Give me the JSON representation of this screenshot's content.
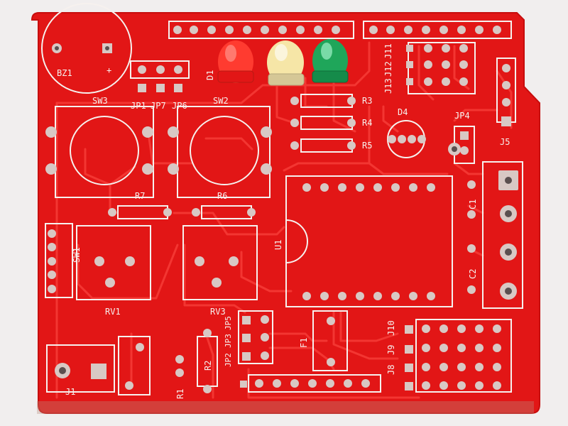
{
  "colors": {
    "background": "#f1eeee",
    "board": "#e21616",
    "board_dark": "#c70d0d",
    "trace": "#f53a36",
    "silk": "#f6f1ee",
    "copper_pad": "#d8c8c4",
    "hole": "#5b4f4f",
    "led_red": "#ff3b30",
    "led_yellow": "#f6e6a7",
    "led_green": "#1fa65a"
  },
  "labels": {
    "bz1": "BZ1",
    "bz1_plus": "+",
    "d1": "D1",
    "sw3": "SW3",
    "sw2": "SW2",
    "jp1": "JP1",
    "jp7": "JP7",
    "jp6": "JP6",
    "r3": "R3",
    "r4": "R4",
    "r5": "R5",
    "d4": "D4",
    "jp4": "JP4",
    "j5": "J5",
    "j11": "J11",
    "j12": "J12",
    "j13": "J13",
    "r7": "R7",
    "r6": "R6",
    "u1": "U1",
    "c1": "C1",
    "c2": "C2",
    "sw1": "SW1",
    "rv1": "RV1",
    "rv3": "RV3",
    "jp2": "JP2",
    "jp3": "JP3",
    "jp5": "JP5",
    "f1": "F1",
    "j10": "J10",
    "j9": "J9",
    "j8": "J8",
    "j1": "J1",
    "r1": "R1",
    "r2": "R2"
  }
}
